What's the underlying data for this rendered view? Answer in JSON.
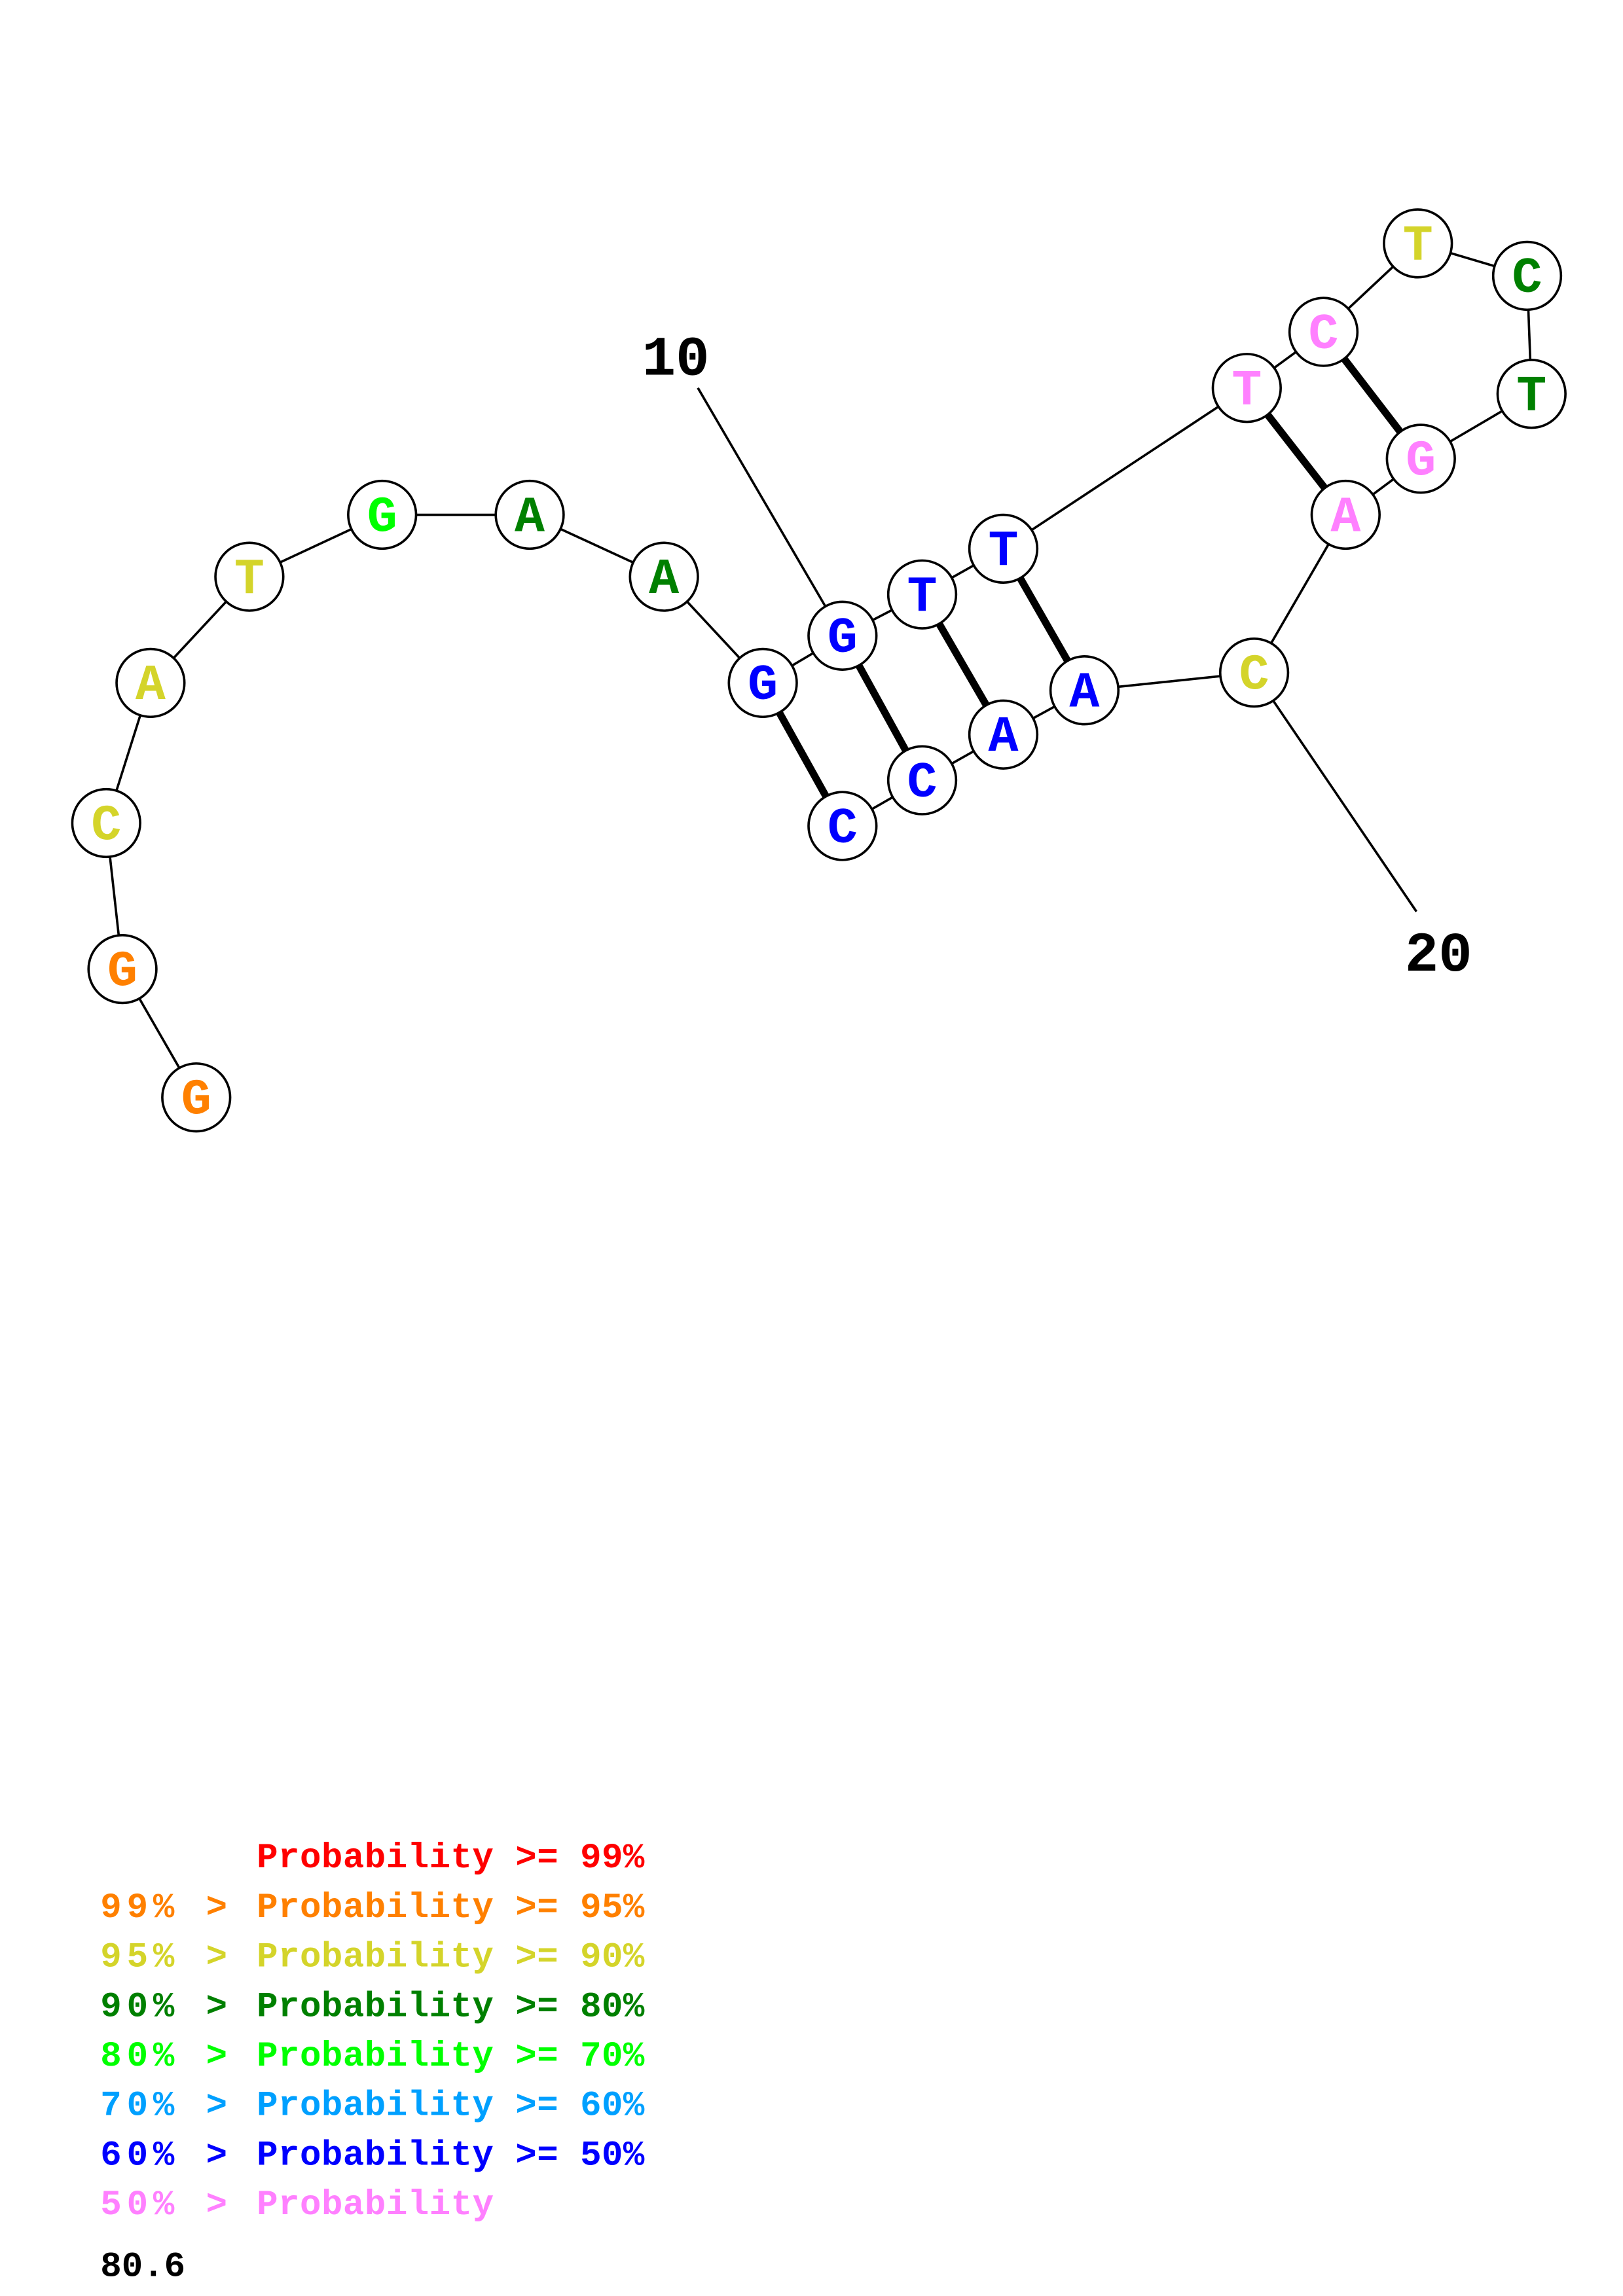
{
  "sequence": [
    "G",
    "G",
    "C",
    "A",
    "T",
    "G",
    "A",
    "A",
    "G",
    "G",
    "T",
    "T",
    "T",
    "C",
    "T",
    "C",
    "T",
    "G",
    "A",
    "C",
    "A",
    "A",
    "C",
    "C"
  ],
  "probability_class": [
    "p95",
    "p95",
    "p90",
    "p90",
    "p90",
    "p70",
    "p80",
    "p80",
    "p50",
    "p50",
    "p50",
    "p50",
    "plow",
    "plow",
    "p90",
    "p80",
    "p80",
    "plow",
    "plow",
    "p90",
    "p50",
    "p50",
    "p50",
    "p50"
  ],
  "pairs": [
    [
      9,
      24
    ],
    [
      10,
      23
    ],
    [
      11,
      22
    ],
    [
      12,
      21
    ],
    [
      13,
      19
    ],
    [
      14,
      18
    ]
  ],
  "position_labels": [
    {
      "index": 10,
      "text": "10"
    },
    {
      "index": 20,
      "text": "20"
    }
  ],
  "colors": {
    "p99": "#ff0000",
    "p95": "#ff8000",
    "p90": "#d4d42a",
    "p80": "#008000",
    "p70": "#00ff00",
    "p60": "#00a0ff",
    "p50": "#0000ff",
    "plow": "#ff80ff"
  },
  "legend": [
    {
      "prefix": "",
      "text": "Probability >= 99%",
      "cls": "p99"
    },
    {
      "prefix": "99% > ",
      "text": "Probability >= 95%",
      "cls": "p95"
    },
    {
      "prefix": "95% > ",
      "text": "Probability >= 90%",
      "cls": "p90"
    },
    {
      "prefix": "90% > ",
      "text": "Probability >= 80%",
      "cls": "p80"
    },
    {
      "prefix": "80% > ",
      "text": "Probability >= 70%",
      "cls": "p70"
    },
    {
      "prefix": "70% > ",
      "text": "Probability >= 60%",
      "cls": "p60"
    },
    {
      "prefix": "60% > ",
      "text": "Probability >= 50%",
      "cls": "p50"
    },
    {
      "prefix": "50% > ",
      "text": "Probability",
      "cls": "plow"
    }
  ],
  "score": "80.6"
}
